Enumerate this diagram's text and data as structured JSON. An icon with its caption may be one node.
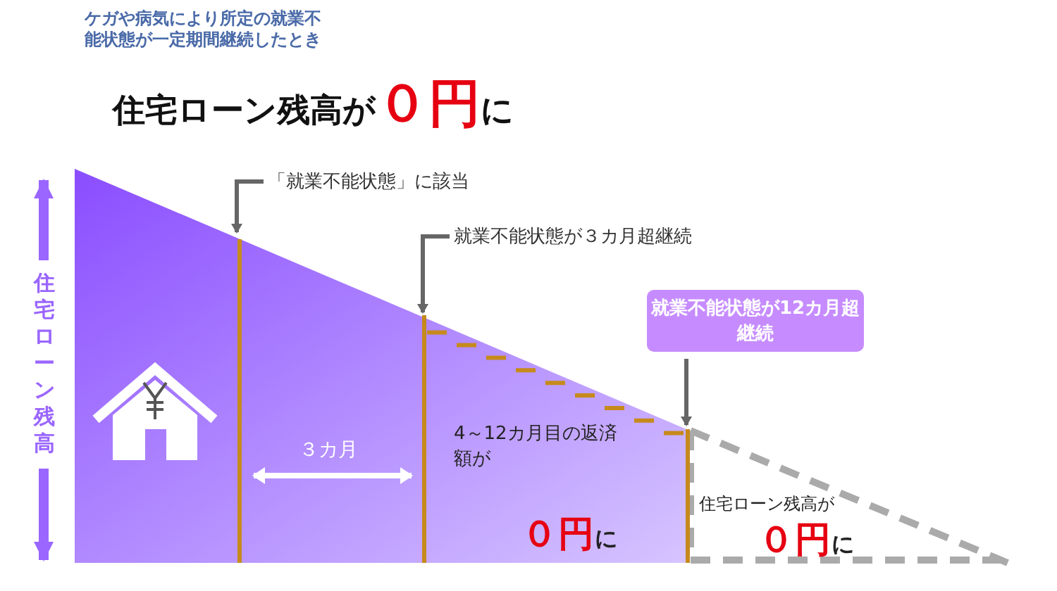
{
  "diagram": {
    "title": "住宅ローン残高が**０円**に",
    "nodes": [
      {
        "text": [
          "「就業不能状態」に該当"
        ]
      },
      {
        "text": [
          "就業不能状態が３カ月超継続"
        ]
      },
      {
        "text": [
          "就業不能状態が12カ月超継続"
        ]
      }
    ],
    "edges": [
      {
        "from": 0,
        "to": null,
        "arrow": "to"
      },
      {
        "from": 1,
        "to": null,
        "arrow": "to"
      },
      {
        "from": 2,
        "to": null,
        "arrow": "to"
      }
    ],
    "labels": [
      "ケガや病気により所定の就業不能状態が一定期間継続したとき",
      "住宅ローン残高",
      "３カ月",
      "4～12カ月目の返済額が",
      "**０円**に",
      "住宅ローン残高が",
      "**０円**に"
    ]
  }
}
